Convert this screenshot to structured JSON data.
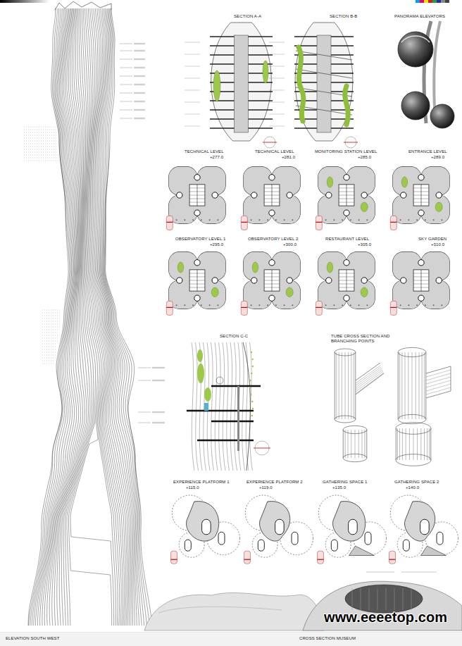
{
  "diagram": {
    "labels": [
      "SECTION A-A",
      "SECTION B-B",
      "PANORAMA ELEVATORS",
      "TECHNICAL LEVEL",
      "+277.0",
      "TECHNICAL LEVEL",
      "+281.0",
      "MONITORING STATION LEVEL",
      "+285.0",
      "ENTRANCE LEVEL",
      "+289.0",
      "OBSERVATORY LEVEL 1",
      "+295.0",
      "OBSERVATORY LEVEL 2",
      "+300.0",
      "RESTAURANT LEVEL",
      "+305.0",
      "SKY GARDEN",
      "+310.0",
      "SECTION C-C",
      "TUBE CROSS SECTION AND BRANCHING POINTS",
      "EXPERIENCE PLATFORM 1",
      "+115.0",
      "EXPERIENCE PLATFORM 2",
      "+119.0",
      "GATHERING SPACE 1",
      "+135.0",
      "GATHERING SPACE 2",
      "+140.0",
      "ELEVATION SOUTH WEST",
      "CROSS SECTION MUSEUM",
      "www.eeeetop.com"
    ]
  }
}
